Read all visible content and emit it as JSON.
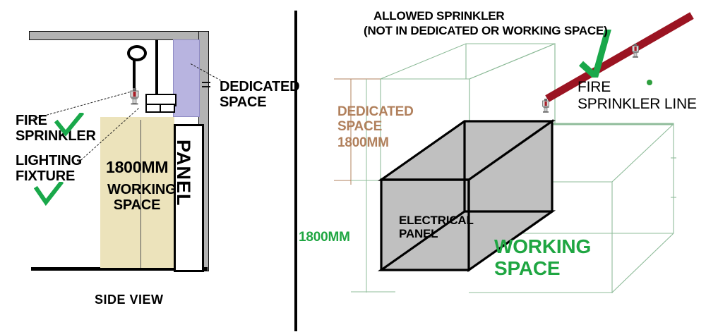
{
  "figure": {
    "title": "Electrical panel dedicated space and working space clearance diagram"
  },
  "colors": {
    "dedicated_space_fill": "#b8b4e0",
    "working_space_fill": "#ece3bb",
    "concrete_gray": "#b3b3b3",
    "panel_solid_fill": "#c0c0c0",
    "wireframe_green": "#8fbc9a",
    "working_space_text_green": "#1fa642",
    "dedicated_space_text_brown": "#b1805c",
    "fire_pipe_red": "#9b1422",
    "check_green": "#19a84a",
    "outline_black": "#000000"
  },
  "left_view": {
    "caption": "SIDE VIEW",
    "annotations": {
      "dedicated_space": "DEDICATED\nSPACE",
      "fire_sprinkler": "FIRE\nSPRINKLER",
      "lighting_fixture": "LIGHTING\nFIXTURE"
    },
    "zones": {
      "working_space_dimension": "1800MM",
      "working_space_label": "WORKING\nSPACE",
      "panel_label": "PANEL"
    },
    "icons": {
      "sprinkler_head": "fire-sprinkler-head-icon",
      "hanger_ring": "hanger-ring-icon",
      "light_fixture": "lighting-fixture-icon",
      "check_fire_sprinkler": "green-check-icon",
      "check_lighting_fixture": "green-check-icon"
    }
  },
  "right_view": {
    "header_line1": "ALLOWED SPRINKLER",
    "header_line2": "(NOT IN DEDICATED OR WORKING SPACE)",
    "dedicated_space_label": "DEDICATED\nSPACE",
    "dedicated_space_dimension": "1800MM",
    "working_space_dimension": "1800MM",
    "panel_label": "ELECTRICAL\nPANEL",
    "working_space_label": "WORKING\nSPACE",
    "fire_line_label": "FIRE\nSPRINKLER LINE",
    "icons": {
      "sprinkler_head_upper": "fire-sprinkler-head-icon",
      "sprinkler_head_lower": "fire-sprinkler-head-icon",
      "green_dot": "green-dot-marker-icon",
      "check_allowed_sprinkler": "green-check-icon"
    }
  }
}
